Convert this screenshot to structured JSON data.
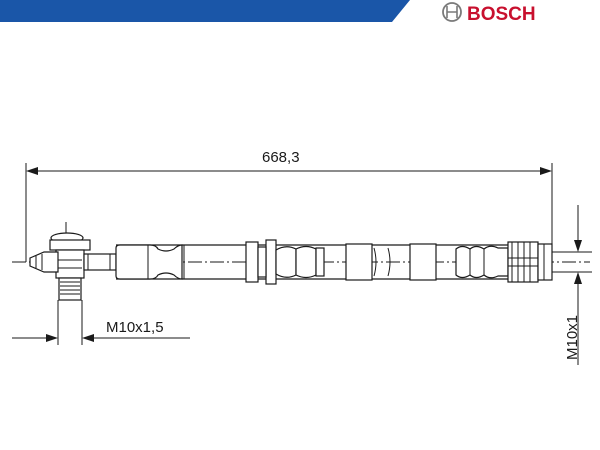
{
  "header": {
    "brand_name": "BOSCH",
    "band_color": "#1a56a8",
    "brand_color": "#c8102e",
    "logo_icon": "bosch-armature-icon"
  },
  "drawing": {
    "overall_length": "668,3",
    "left_thread": "M10x1,5",
    "right_thread": "M10x1"
  }
}
